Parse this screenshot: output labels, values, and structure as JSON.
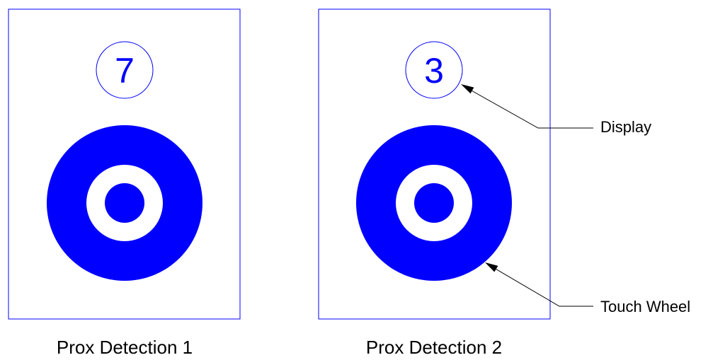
{
  "panels": [
    {
      "caption": "Prox Detection 1",
      "display_value": "7"
    },
    {
      "caption": "Prox Detection 2",
      "display_value": "3"
    }
  ],
  "callouts": {
    "display": "Display",
    "touch_wheel": "Touch Wheel"
  },
  "colors": {
    "accent": "#0000ff",
    "leader": "#000000",
    "background": "#ffffff"
  }
}
